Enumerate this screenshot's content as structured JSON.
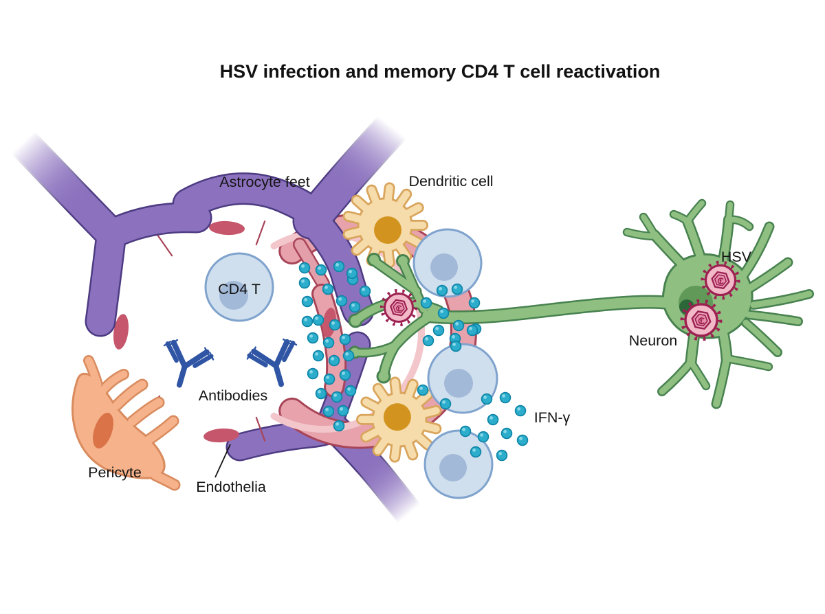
{
  "title": "HSV infection and memory CD4 T cell reactivation",
  "labels": {
    "astrocyte_feet": "Astrocyte feet",
    "dendritic_cell": "Dendritic cell",
    "cd4_t": "CD4 T",
    "antibodies": "Antibodies",
    "pericyte": "Pericyte",
    "endothelia": "Endothelia",
    "ifn_gamma": "IFN-γ",
    "neuron": "Neuron",
    "hsv": "HSV"
  },
  "colors": {
    "background": "#ffffff",
    "astrocyte_fill": "#8c72be",
    "astrocyte_outline": "#4d3b82",
    "endothelia_fill": "#e7a2ac",
    "endothelia_outline": "#a84458",
    "endothelia_nucleus": "#c5566b",
    "pericyte_fill": "#f5b28b",
    "pericyte_outline": "#d98b5e",
    "pericyte_nucleus": "#da7348",
    "dendritic_fill": "#f6dcab",
    "dendritic_outline": "#d9a55c",
    "dendritic_nucleus": "#d3941f",
    "cd4_fill": "#cfdfee",
    "cd4_outline": "#7fa3cd",
    "cd4_nucleus": "#a2b9d8",
    "neuron_fill": "#90bf82",
    "neuron_outline": "#47824f",
    "hsv_fill": "#f2bac9",
    "hsv_outline": "#9c2150",
    "antibody": "#2f55a4",
    "ifn_dot": "#2badcb",
    "ifn_dot_rim": "#0e85a7",
    "text": "#141414"
  }
}
